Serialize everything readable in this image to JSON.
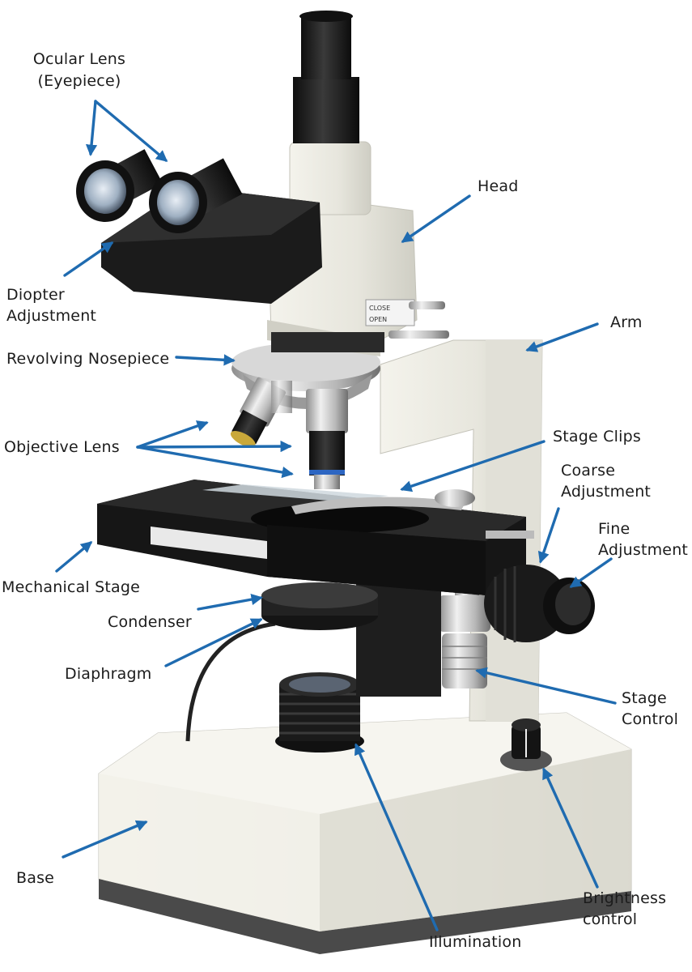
{
  "labels": {
    "ocular_lens_line1": "Ocular Lens",
    "ocular_lens_line2": "(Eyepiece)",
    "head": "Head",
    "diopter_line1": "Diopter",
    "diopter_line2": "Adjustment",
    "arm": "Arm",
    "revolving_nosepiece": "Revolving Nosepiece",
    "objective_lens": "Objective Lens",
    "stage_clips": "Stage Clips",
    "coarse_line1": "Coarse",
    "coarse_line2": "Adjustment",
    "fine_line1": "Fine",
    "fine_line2": "Adjustment",
    "mechanical_stage": "Mechanical Stage",
    "condenser": "Condenser",
    "diaphragm": "Diaphragm",
    "stage_control_line1": "Stage",
    "stage_control_line2": "Control",
    "base": "Base",
    "brightness_line1": "Brightness",
    "brightness_line2": "control",
    "illumination": "Illumination",
    "head_switch_close": "CLOSE",
    "head_switch_open": "OPEN"
  },
  "colors": {
    "arrow": "#1f6bb0",
    "body": "#ecebe3",
    "black_parts": "#1b1b1b",
    "chrome": "#c9c9c9",
    "text": "#1c1c1c"
  }
}
